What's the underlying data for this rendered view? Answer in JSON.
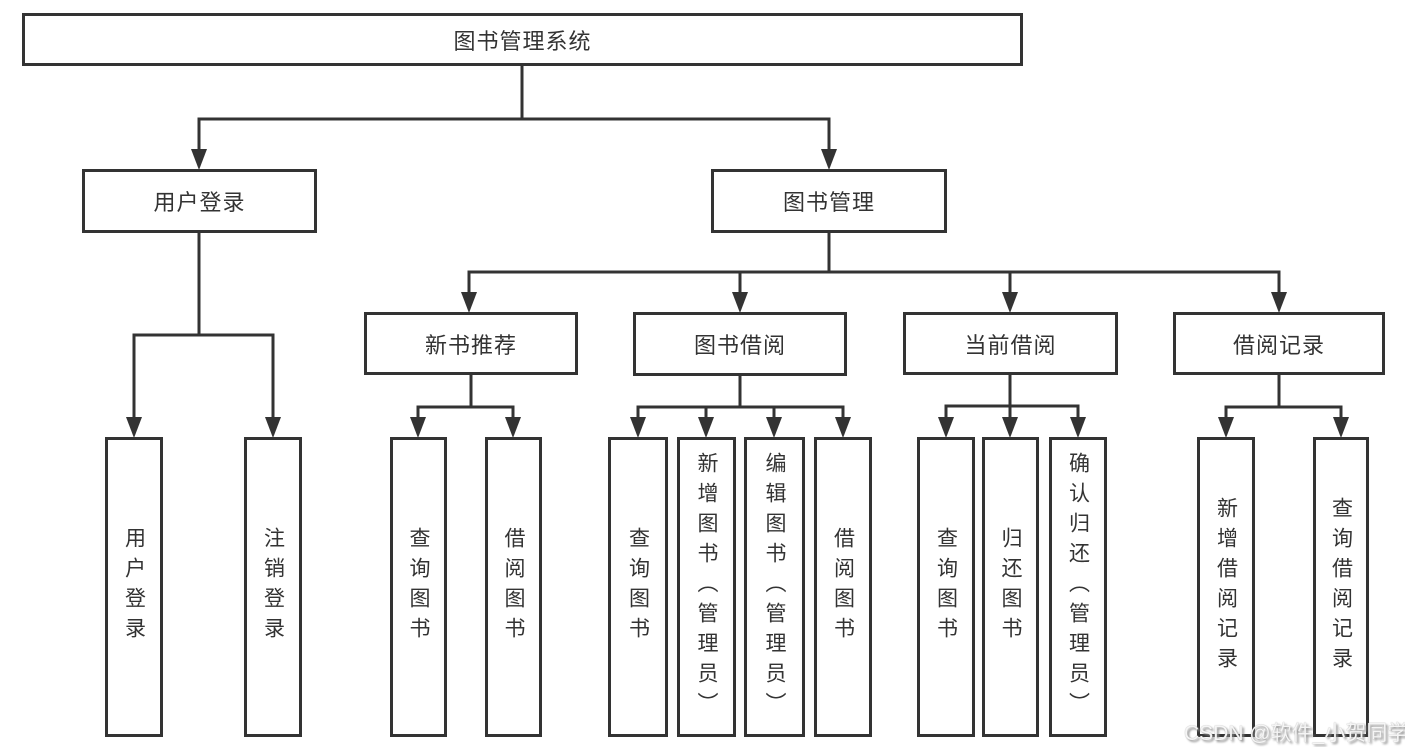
{
  "diagram": {
    "root": {
      "label": "图书管理系统"
    },
    "level2": [
      {
        "label": "用户登录"
      },
      {
        "label": "图书管理"
      }
    ],
    "level3": [
      {
        "label": "新书推荐"
      },
      {
        "label": "图书借阅"
      },
      {
        "label": "当前借阅"
      },
      {
        "label": "借阅记录"
      }
    ],
    "leaves": [
      {
        "label": "用户登录"
      },
      {
        "label": "注销登录"
      },
      {
        "label": "查询图书"
      },
      {
        "label": "借阅图书"
      },
      {
        "label": "查询图书"
      },
      {
        "label": "新增图书（管理员）"
      },
      {
        "label": "编辑图书（管理员）"
      },
      {
        "label": "借阅图书"
      },
      {
        "label": "查询图书"
      },
      {
        "label": "归还图书"
      },
      {
        "label": "确认归还（管理员）"
      },
      {
        "label": "新增借阅记录"
      },
      {
        "label": "查询借阅记录"
      }
    ]
  },
  "watermark": {
    "text": "CSDN @软件_小贺同学"
  },
  "colors": {
    "line": "#333333",
    "text": "#333333",
    "background": "#ffffff",
    "watermark": "#f5f5f5"
  }
}
